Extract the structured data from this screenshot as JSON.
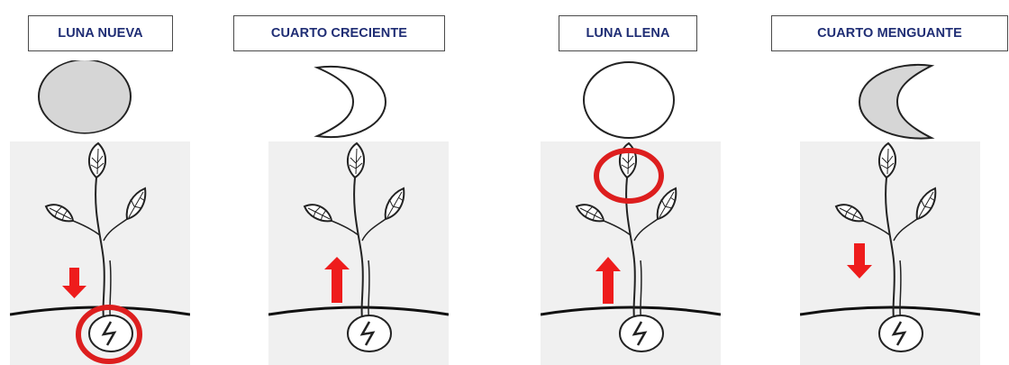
{
  "phases": [
    {
      "label": "LUNA NUEVA"
    },
    {
      "label": "CUARTO CRECIENTE"
    },
    {
      "label": "LUNA LLENA"
    },
    {
      "label": "CUARTO MENGUANTE"
    }
  ],
  "colors": {
    "label_text": "#1f2d74",
    "moon_fill_gray": "#d6d6d6",
    "panel_bg": "#f0f0f0",
    "arrow": "#ee1c1c",
    "highlight_ring": "#dd1e1e",
    "ink": "#222222"
  },
  "arrows": [
    "down",
    "up",
    "up",
    "down"
  ],
  "highlight": [
    "seed",
    "none",
    "top-leaf",
    "none"
  ]
}
